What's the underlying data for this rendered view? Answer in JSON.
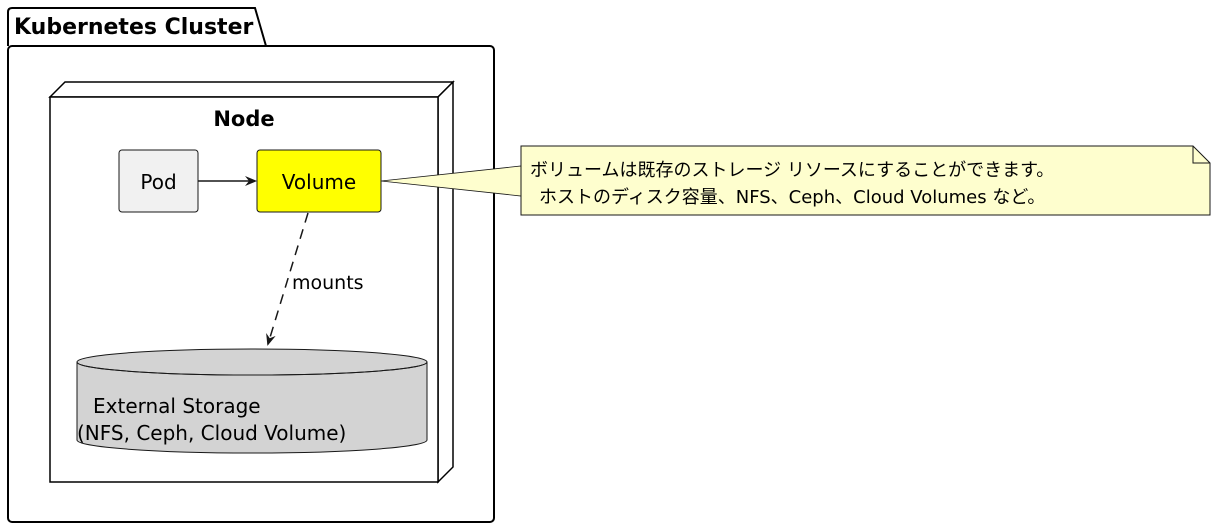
{
  "cluster": {
    "title": "Kubernetes Cluster"
  },
  "node": {
    "title": "Node"
  },
  "pod": {
    "label": "Pod"
  },
  "volume": {
    "label": "Volume"
  },
  "edges": {
    "mounts_label": "mounts"
  },
  "storage": {
    "line1": "External Storage",
    "line2": "(NFS, Ceph, Cloud Volume)"
  },
  "note": {
    "line1": "ボリュームは既存のストレージ リソースにすることができます。",
    "line2": "ホストのディスク容量、NFS、Ceph、Cloud Volumes など。"
  },
  "colors": {
    "pod_fill": "#f1f1f1",
    "volume_fill": "#ffff00",
    "storage_fill": "#d3d3d3",
    "note_fill": "#fefece",
    "stroke": "#181818"
  }
}
